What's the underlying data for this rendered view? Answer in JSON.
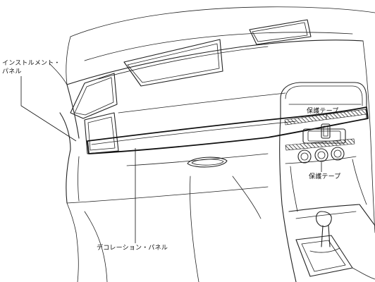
{
  "labels": {
    "instrument_panel_line1": "インストルメント・",
    "instrument_panel_line2": "パネル",
    "protect_tape_upper": "保護テープ",
    "protect_tape_lower": "保護テープ",
    "decoration_panel": "デコレーション・パネル"
  }
}
